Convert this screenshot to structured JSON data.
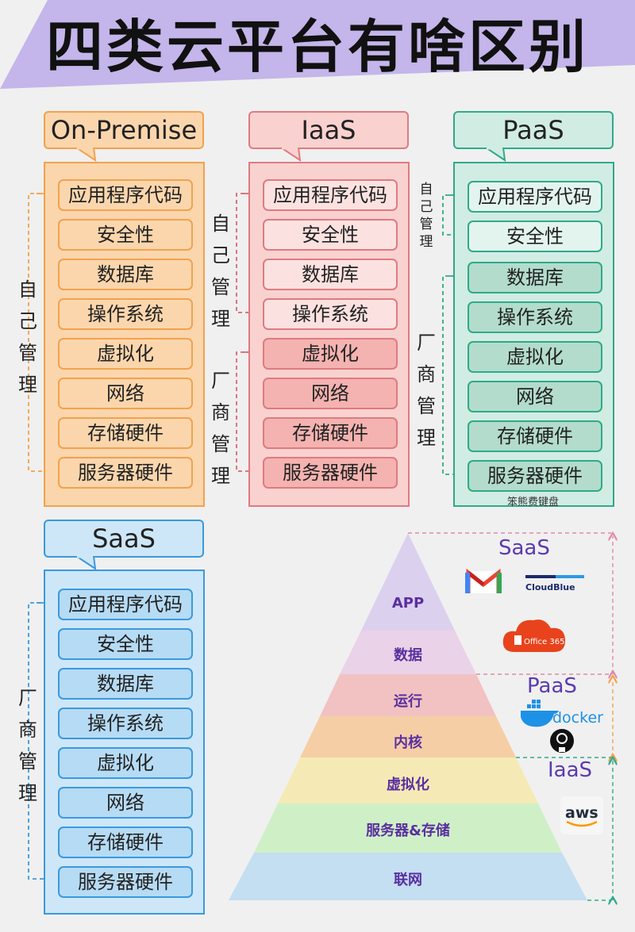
{
  "title": "四类云平台有啥区别",
  "colors": {
    "banner": "#c4b5ea",
    "onprem_fill": "#fbd6ad",
    "onprem_border": "#f2a24e",
    "iaas_fill": "#f9d2d0",
    "iaas_border": "#e07a80",
    "paas_fill": "#d1ece3",
    "paas_border": "#2faa8a",
    "saas_fill": "#cde7f8",
    "saas_border": "#3b99de"
  },
  "columns": {
    "onprem": {
      "header": "On-Premise",
      "layers": [
        "应用程序代码",
        "安全性",
        "数据库",
        "操作系统",
        "虚拟化",
        "网络",
        "存储硬件",
        "服务器硬件"
      ],
      "self_label": "自己管理"
    },
    "iaas": {
      "header": "IaaS",
      "layers": [
        "应用程序代码",
        "安全性",
        "数据库",
        "操作系统",
        "虚拟化",
        "网络",
        "存储硬件",
        "服务器硬件"
      ],
      "self_label": "自己管理",
      "vendor_label": "厂商管理"
    },
    "paas": {
      "header": "PaaS",
      "layers": [
        "应用程序代码",
        "安全性",
        "数据库",
        "操作系统",
        "虚拟化",
        "网络",
        "存储硬件",
        "服务器硬件"
      ],
      "self_label": "自己管理",
      "vendor_label": "厂商管理",
      "watermark": "笨熊费键盘"
    },
    "saas": {
      "header": "SaaS",
      "layers": [
        "应用程序代码",
        "安全性",
        "数据库",
        "操作系统",
        "虚拟化",
        "网络",
        "存储硬件",
        "服务器硬件"
      ],
      "vendor_label": "厂商管理"
    }
  },
  "pyramid": {
    "layers": [
      {
        "label": "APP",
        "color": "#dcd0ef"
      },
      {
        "label": "数据",
        "color": "#ead3e8"
      },
      {
        "label": "运行",
        "color": "#f2c2c2"
      },
      {
        "label": "内核",
        "color": "#f6cea6"
      },
      {
        "label": "虚拟化",
        "color": "#f5eab6"
      },
      {
        "label": "服务器&存储",
        "color": "#cff0c6"
      },
      {
        "label": "联网",
        "color": "#c4def2"
      }
    ],
    "saas_label": "SaaS",
    "paas_label": "PaaS",
    "iaas_label": "IaaS",
    "logos": {
      "cloudblue": "CloudBlue",
      "office": "Office 365",
      "docker": "docker",
      "aws": "aws"
    }
  }
}
